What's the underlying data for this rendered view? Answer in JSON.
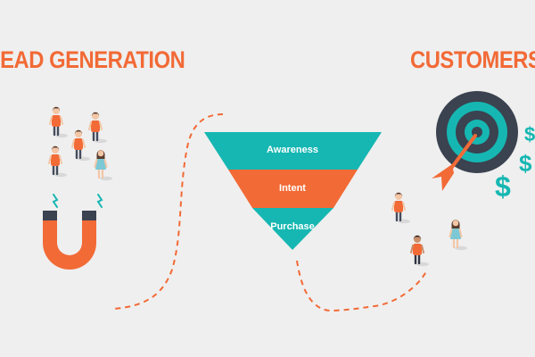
{
  "headings": {
    "left": "LEAD GENERATION",
    "right": "CUSTOMERS"
  },
  "funnel": {
    "stages": [
      "Awareness",
      "Intent",
      "Purchase"
    ]
  },
  "dollar_sign": "$",
  "icons": [
    "magnet-icon",
    "target-icon",
    "arrow-icon",
    "dollar-icon",
    "person-icon"
  ],
  "colors": {
    "background": "#efefef",
    "orange": "#f26a36",
    "teal": "#16b7b2",
    "dark": "#3b4250"
  }
}
